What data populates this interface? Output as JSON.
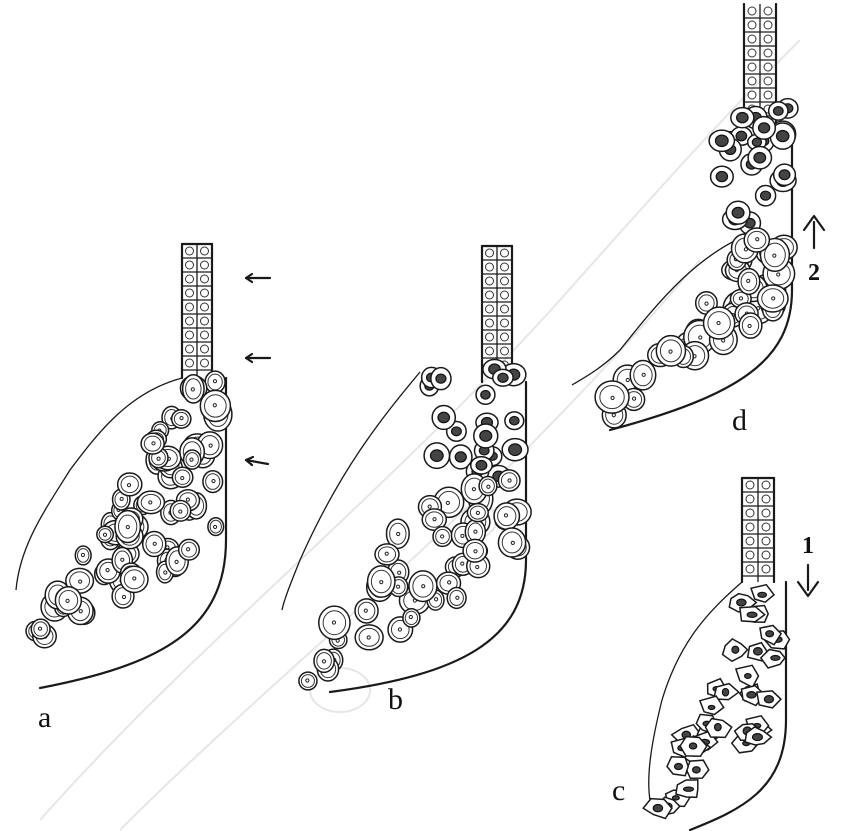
{
  "panels": [
    {
      "id": "a",
      "label": "a"
    },
    {
      "id": "b",
      "label": "b"
    },
    {
      "id": "c",
      "label": "c"
    },
    {
      "id": "d",
      "label": "d"
    }
  ],
  "arrows": {
    "one": {
      "label": "1",
      "direction": "down"
    },
    "two": {
      "label": "2",
      "direction": "up"
    }
  },
  "colors": {
    "ink": "#1a1a1a",
    "paper": "#ffffff",
    "watermark": "#e6e6e6"
  }
}
